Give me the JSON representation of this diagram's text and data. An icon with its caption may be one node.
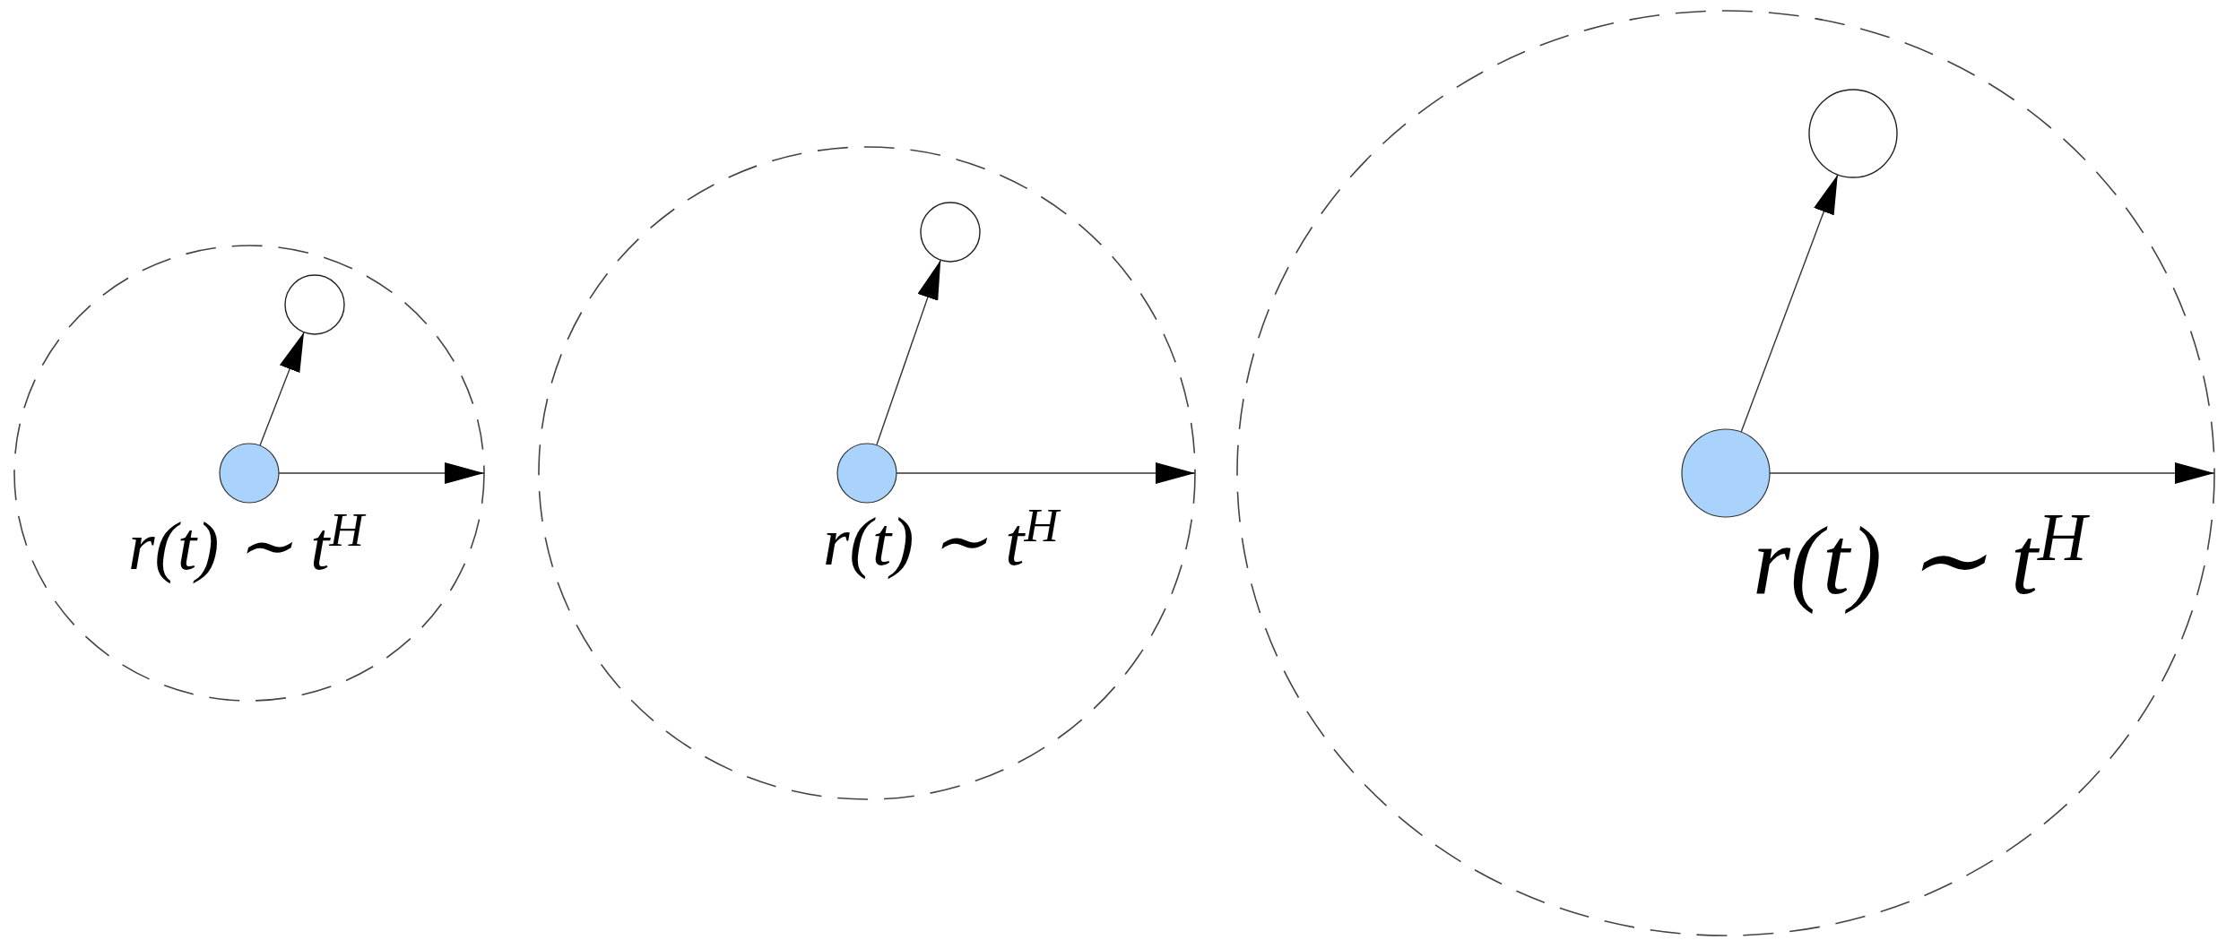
{
  "diagram": {
    "nodes": [
      {
        "text": [],
        "shape": "circle"
      },
      {
        "text": [],
        "shape": "circle",
        "in": 0
      },
      {
        "text": [],
        "shape": "circle",
        "in": 0
      },
      {
        "text": [],
        "shape": "circle"
      },
      {
        "text": [],
        "shape": "circle",
        "in": 3
      },
      {
        "text": [],
        "shape": "circle",
        "in": 3
      },
      {
        "text": [],
        "shape": "circle"
      },
      {
        "text": [],
        "shape": "circle",
        "in": 6
      },
      {
        "text": [],
        "shape": "circle",
        "in": 6
      }
    ],
    "edges": [
      {
        "from": 1,
        "to": 2,
        "arrow": "to"
      },
      {
        "from": 1,
        "to": 0,
        "arrow": "to"
      },
      {
        "from": 4,
        "to": 5,
        "arrow": "to"
      },
      {
        "from": 4,
        "to": 3,
        "arrow": "to"
      },
      {
        "from": 7,
        "to": 8,
        "arrow": "to"
      },
      {
        "from": 7,
        "to": 6,
        "arrow": "to"
      }
    ],
    "labels": [
      "r(t) ∼ t$^{H}$",
      "r(t) ∼ t$^{H}$",
      "r(t) ∼ t$^{H}$"
    ]
  }
}
